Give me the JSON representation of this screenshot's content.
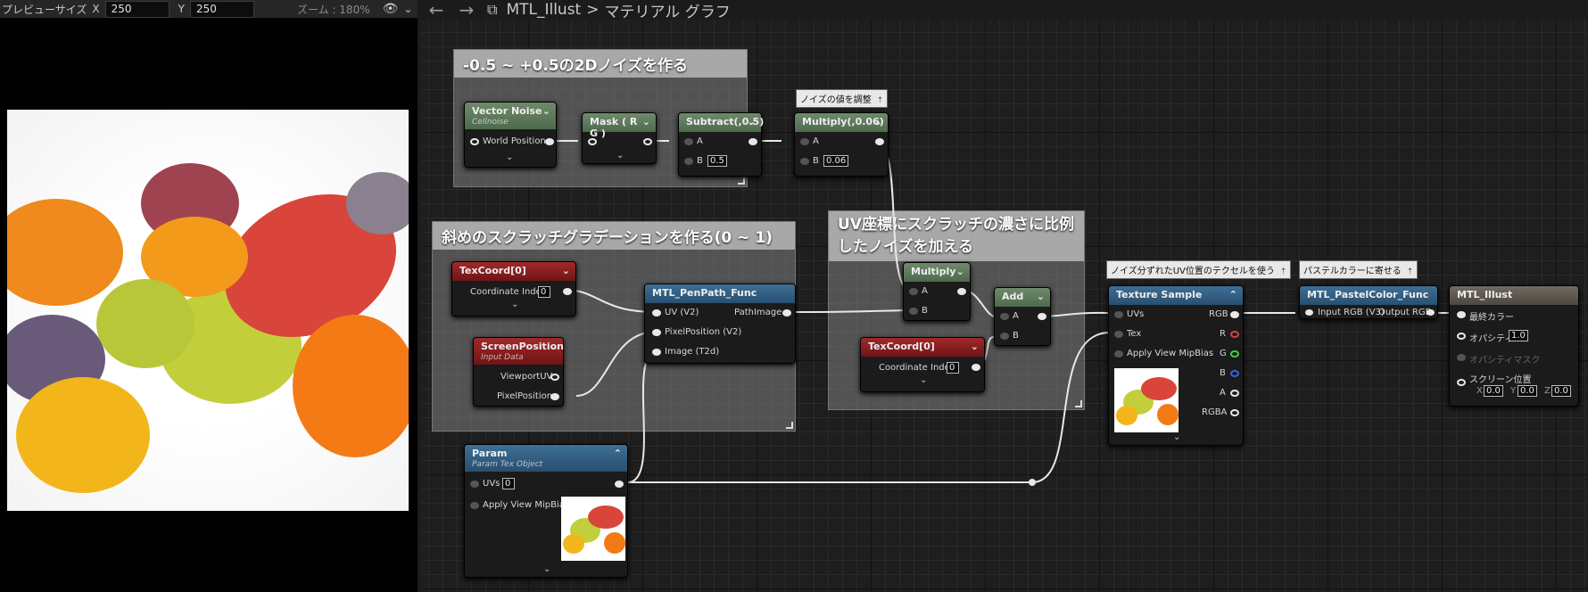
{
  "preview_toolbar": {
    "size_label": "プレビューサイズ",
    "x_label": "X",
    "x_value": "250",
    "y_label": "Y",
    "y_value": "250",
    "zoom": "ズーム : 180%"
  },
  "graph_toolbar": {
    "material": "MTL_Illust",
    "separator": ">",
    "graph": "マテリアル グラフ"
  },
  "comment_boxes": {
    "noise": "-0.5 ~ +0.5の2Dノイズを作る",
    "scratch": "斜めのスクラッチグラデーションを作る(0 ~ 1)",
    "uv": "UV座標にスクラッチの濃さに比例したノイズを加える"
  },
  "bubbles": {
    "adjust": "ノイズの値を調整",
    "texel": "ノイズ分ずれたUV位置のテクセルを使う",
    "pastel": "パステルカラーに寄せる"
  },
  "nodes": {
    "vector_noise": {
      "title": "Vector Noise",
      "sub": "Cellnoise",
      "pin": "World Position"
    },
    "mask": {
      "title": "Mask ( R G )"
    },
    "subtract": {
      "title": "Subtract(,0.5)",
      "a": "A",
      "b": "B",
      "b_value": "0.5"
    },
    "multiply1": {
      "title": "Multiply(,0.06)",
      "a": "A",
      "b": "B",
      "b_value": "0.06"
    },
    "texcoord1": {
      "title": "TexCoord[0]",
      "pin": "Coordinate Index",
      "value": "0"
    },
    "screenpos": {
      "title": "ScreenPosition",
      "sub": "Input Data",
      "pin1": "ViewportUV",
      "pin2": "PixelPosition"
    },
    "penpath": {
      "title": "MTL_PenPath_Func",
      "in1": "UV (V2)",
      "in2": "PixelPosition (V2)",
      "in3": "Image (T2d)",
      "out": "PathImage"
    },
    "multiply2": {
      "title": "Multiply",
      "a": "A",
      "b": "B"
    },
    "add": {
      "title": "Add",
      "a": "A",
      "b": "B"
    },
    "texcoord2": {
      "title": "TexCoord[0]",
      "pin": "Coordinate Index",
      "value": "0"
    },
    "param": {
      "title": "Param",
      "sub": "Param Tex Object",
      "uvs": "UVs",
      "uvs_value": "0",
      "mip": "Apply View MipBias"
    },
    "texsample": {
      "title": "Texture Sample",
      "uvs": "UVs",
      "tex": "Tex",
      "mip": "Apply View MipBias",
      "rgb": "RGB",
      "r": "R",
      "g": "G",
      "b": "B",
      "a": "A",
      "rgba": "RGBA"
    },
    "pastel": {
      "title": "MTL_PastelColor_Func",
      "in": "Input RGB (V3)",
      "out": "Output RGB"
    },
    "illust": {
      "title": "MTL_Illust",
      "final": "最終カラー",
      "opacity": "オパシティ",
      "opacity_value": "1.0",
      "mask": "オパシティマスク",
      "screen": "スクリーン位置",
      "x": "X",
      "xv": "0.0",
      "y": "Y",
      "yv": "0.0",
      "z": "Z",
      "zv": "0.0"
    }
  },
  "colors": {
    "wire": "#e8e8e8",
    "r": "#e23b3b",
    "g": "#3ed13e",
    "b": "#3a5fe0"
  }
}
